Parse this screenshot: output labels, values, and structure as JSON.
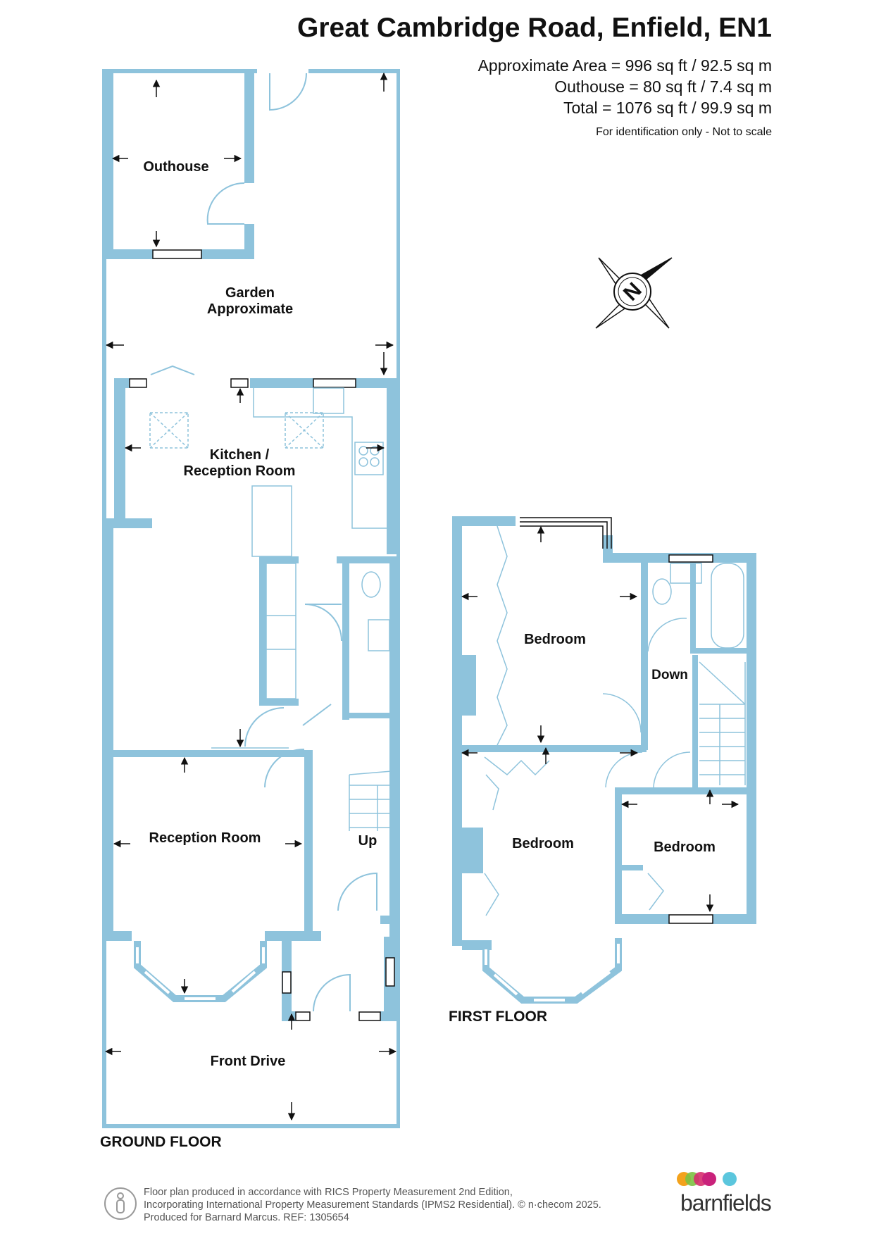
{
  "header": {
    "title": "Great Cambridge Road, Enfield, EN1",
    "area_lines": [
      "Approximate Area = 996 sq ft / 92.5 sq m",
      "Outhouse = 80 sq ft / 7.4 sq m",
      "Total = 1076 sq ft / 99.9 sq m"
    ],
    "note": "For identification only - Not to scale"
  },
  "rooms": {
    "outhouse": "Outhouse",
    "garden_line1": "Garden",
    "garden_line2": "Approximate",
    "kitchen_line1": "Kitchen /",
    "kitchen_line2": "Reception Room",
    "reception": "Reception Room",
    "up": "Up",
    "front_drive": "Front Drive",
    "bedroom_top": "Bedroom",
    "bedroom_mid": "Bedroom",
    "bedroom_right": "Bedroom",
    "down": "Down"
  },
  "floors": {
    "ground": "GROUND FLOOR",
    "first": "FIRST FLOOR"
  },
  "compass": {
    "letter": "N"
  },
  "footer": {
    "line1": "Floor plan produced in accordance with RICS Property Measurement 2nd Edition,",
    "line2": "Incorporating International Property Measurement Standards (IPMS2 Residential).   © n·checom 2025.",
    "line3": "Produced for Barnard Marcus.   REF:  1305654"
  },
  "brand": {
    "name": "barnfields",
    "dot_colors": [
      "#f3a21c",
      "#7cc143",
      "#d62e6e",
      "#c9227b",
      "#5bc6dd"
    ]
  },
  "colors": {
    "wall": "#8ec3dc",
    "fixture": "#8ec3dc",
    "arrow": "#111111"
  }
}
